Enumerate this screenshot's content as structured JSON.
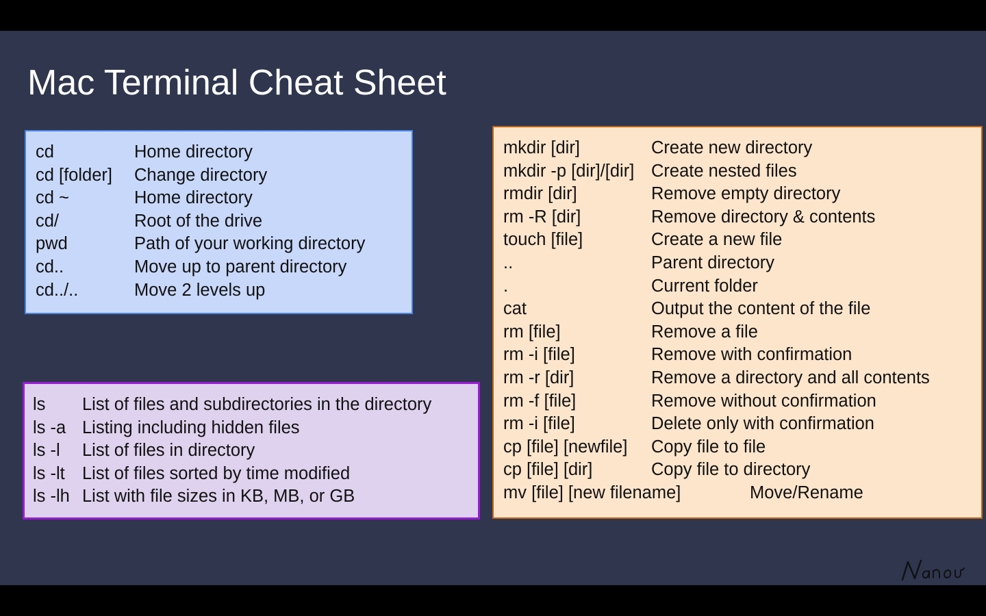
{
  "title": "Mac Terminal Cheat Sheet",
  "cd_commands": [
    {
      "cmd": "cd",
      "desc": "Home directory"
    },
    {
      "cmd": "cd [folder]",
      "desc": "Change directory"
    },
    {
      "cmd": "cd ~",
      "desc": "Home directory"
    },
    {
      "cmd": "cd/",
      "desc": "Root of the drive"
    },
    {
      "cmd": "pwd",
      "desc": "Path of your working directory"
    },
    {
      "cmd": "cd..",
      "desc": "Move up to parent directory"
    },
    {
      "cmd": "cd../..",
      "desc": "Move 2 levels up"
    }
  ],
  "ls_commands": [
    {
      "cmd": "ls",
      "desc": "List of files and subdirectories in the directory"
    },
    {
      "cmd": "ls -a",
      "desc": "Listing including hidden files"
    },
    {
      "cmd": "ls -l",
      "desc": "List of files in directory"
    },
    {
      "cmd": "ls -lt",
      "desc": "List of files sorted by time modified"
    },
    {
      "cmd": "ls -lh",
      "desc": "List with file sizes in KB, MB, or GB"
    }
  ],
  "file_commands": [
    {
      "cmd": "mkdir [dir]",
      "desc": "Create new directory"
    },
    {
      "cmd": "mkdir -p [dir]/[dir]",
      "desc": "Create nested files"
    },
    {
      "cmd": "rmdir [dir]",
      "desc": "Remove empty directory"
    },
    {
      "cmd": "rm -R [dir]",
      "desc": "Remove directory & contents"
    },
    {
      "cmd": "touch [file]",
      "desc": "Create a new file"
    },
    {
      "cmd": "..",
      "desc": "Parent directory"
    },
    {
      "cmd": ".",
      "desc": "Current folder"
    },
    {
      "cmd": "cat",
      "desc": "Output the content of the file"
    },
    {
      "cmd": "rm [file]",
      "desc": "Remove a file"
    },
    {
      "cmd": "rm -i [file]",
      "desc": "Remove with confirmation"
    },
    {
      "cmd": "rm -r [dir]",
      "desc": "Remove a directory and all contents"
    },
    {
      "cmd": "rm -f [file]",
      "desc": "Remove without confirmation"
    },
    {
      "cmd": "rm -i [file]",
      "desc": "Delete only with confirmation"
    },
    {
      "cmd": "cp [file] [newfile]",
      "desc": "Copy file to file"
    },
    {
      "cmd": "cp [file] [dir]",
      "desc": "Copy file to directory"
    },
    {
      "cmd": "mv [file] [new filename]",
      "desc": "Move/Rename"
    }
  ],
  "signature": "Nanou",
  "colors": {
    "background": "#2f364e",
    "cd_box": "#c8d8fb",
    "cd_border": "#4a84e8",
    "ls_box": "#dfd2ee",
    "ls_border": "#9a1bd6",
    "file_box": "#fde5cc",
    "file_border": "#c56410"
  }
}
